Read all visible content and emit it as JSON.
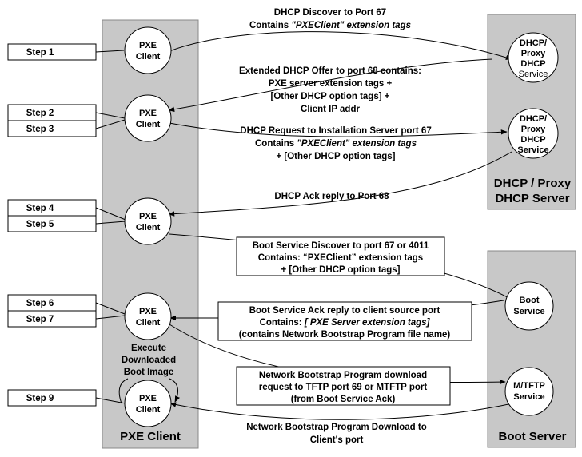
{
  "columns": {
    "pxe_client": "PXE Client",
    "dhcp_server": [
      "DHCP / Proxy",
      "DHCP Server"
    ],
    "boot_server": "Boot Server"
  },
  "steps": [
    "Step 1",
    "Step 2",
    "Step 3",
    "Step 4",
    "Step 5",
    "Step 6",
    "Step 7",
    "Step 9"
  ],
  "client_nodes": [
    "PXE",
    "Client"
  ],
  "dhcp_node_1": [
    "DHCP/",
    "Proxy",
    "DHCP",
    "Service"
  ],
  "dhcp_node_2": [
    "DHCP/",
    "Proxy",
    "DHCP",
    "Service"
  ],
  "boot_service": [
    "Boot",
    "Service"
  ],
  "mtftp_service": [
    "M/TFTP",
    "Service"
  ],
  "execute_label": [
    "Execute",
    "Downloaded",
    "Boot Image"
  ],
  "messages": {
    "m1": [
      "DHCP Discover to Port 67",
      "Contains ",
      "\"PXEClient\" extension tags"
    ],
    "m2": [
      "Extended DHCP Offer to port 68 contains:",
      "PXE server extension tags +",
      "[Other DHCP option tags] +",
      "Client IP addr"
    ],
    "m3": [
      "DHCP Request to Installation Server port 67",
      "Contains  ",
      "\"PXEClient\" extension tags",
      "+ [Other DHCP option tags]"
    ],
    "m4": "DHCP Ack reply to Port 68",
    "m5": [
      "Boot Service Discover to port 67 or 4011",
      "Contains: “PXEClient” extension tags",
      "+ [Other DHCP option tags]"
    ],
    "m6": [
      "Boot Service Ack reply to client source port",
      "Contains: ",
      "[ PXE Server extension tags]",
      "(contains Network Bootstrap Program file name)"
    ],
    "m7": [
      "Network Bootstrap Program download",
      "request to TFTP port 69 or MTFTP port",
      "(from Boot Service Ack)"
    ],
    "m8": [
      "Network Bootstrap Program Download to",
      "Client's port"
    ]
  }
}
